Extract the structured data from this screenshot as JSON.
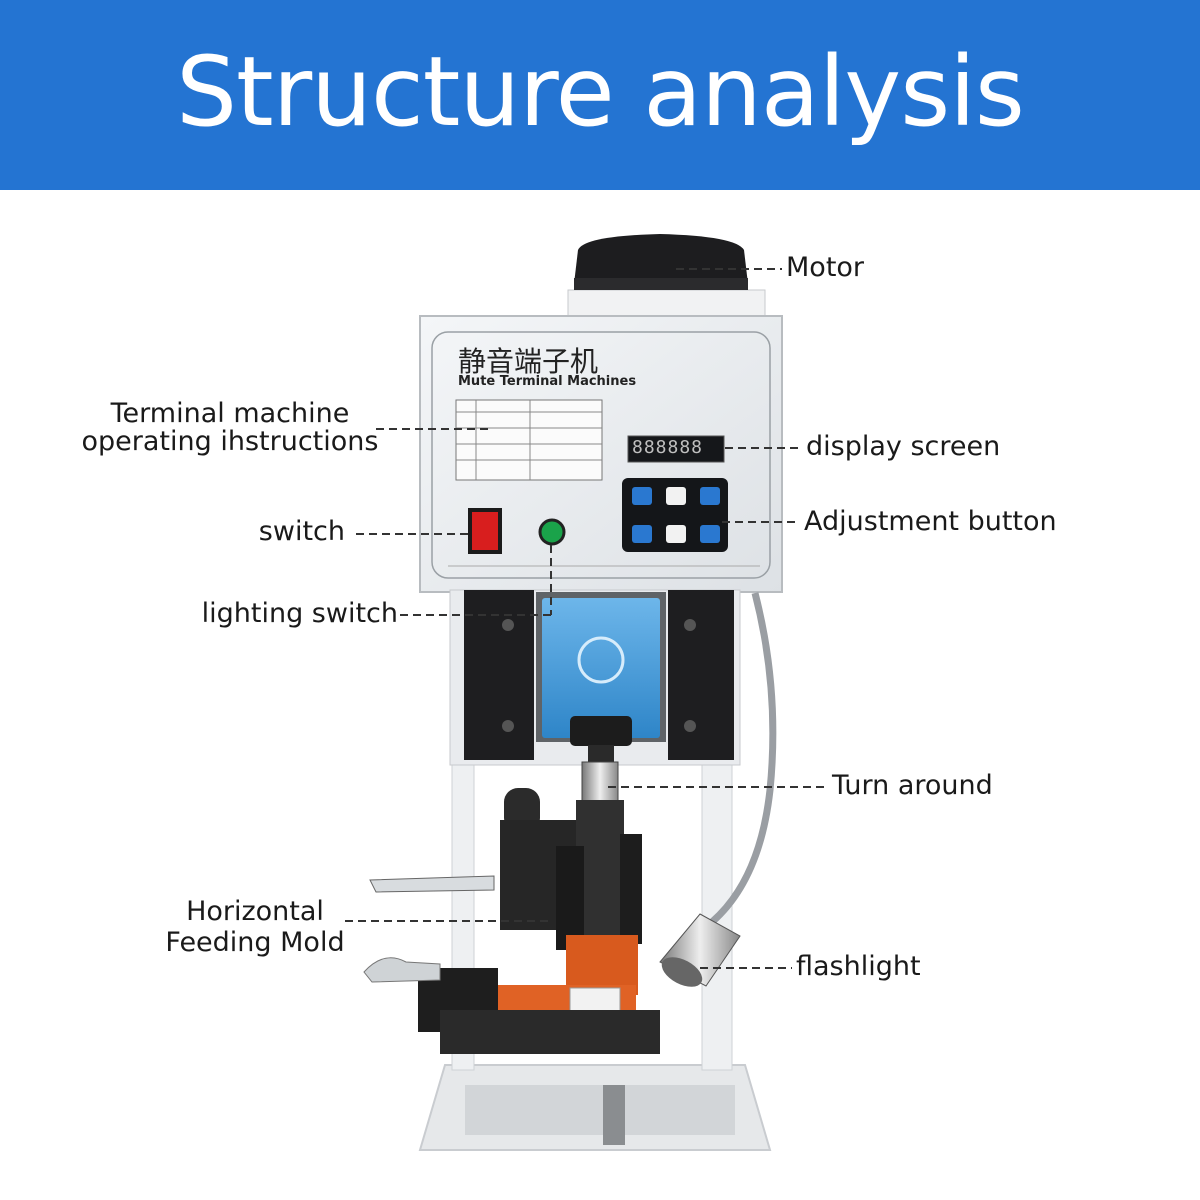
{
  "banner": {
    "title": "Structure analysis"
  },
  "machine": {
    "panel_title_cn": "静音端子机",
    "panel_title_en": "Mute Terminal Machines",
    "display_digits": "888888"
  },
  "labels": {
    "motor": "Motor",
    "instructions_line1": "Terminal machine",
    "instructions_line2": "operating ihstructions",
    "display_screen": "display screen",
    "switch": "switch",
    "adjustment_button": "Adjustment button",
    "lighting_switch": "lighting switch",
    "turn_around": "Turn around",
    "mold_line1": "Horizontal",
    "mold_line2": "Feeding Mold",
    "flashlight": "flashlight"
  },
  "colors": {
    "banner": "#2474d2",
    "panel": "#eceff2",
    "power_switch": "#d81e1e",
    "light_switch": "#1aa34a",
    "guard": "#3a8fd4"
  }
}
